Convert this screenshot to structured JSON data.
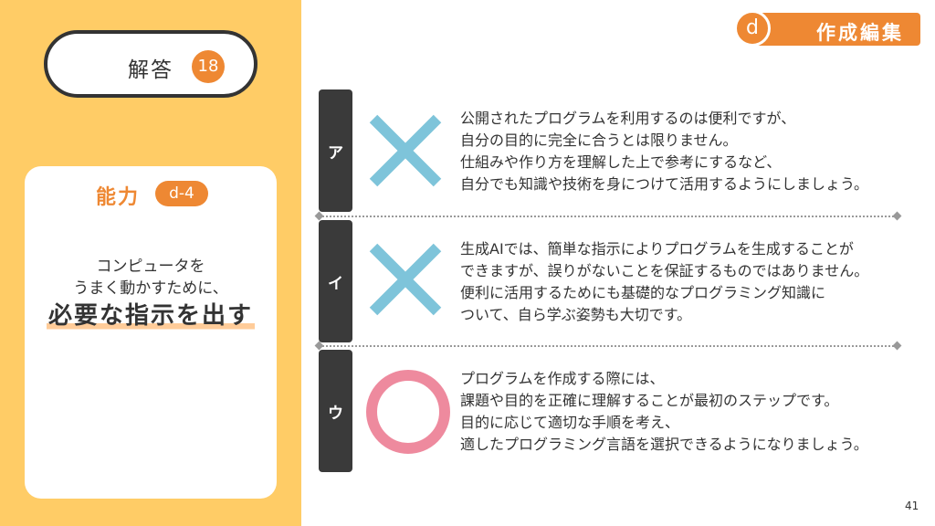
{
  "answer": {
    "label": "解答",
    "number": "18"
  },
  "ability": {
    "title": "能力",
    "code": "d-4",
    "line1": "コンピュータを",
    "line2": "うまく動かすために、",
    "emphasis": "必要な指示を出す"
  },
  "category": {
    "letter": "d",
    "label": "作成編集"
  },
  "rows": [
    {
      "label": "ア",
      "mark": "cross-icon",
      "lines": [
        "公開されたプログラムを利用するのは便利ですが、",
        "自分の目的に完全に合うとは限りません。",
        "仕組みや作り方を理解した上で参考にするなど、",
        "自分でも知識や技術を身につけて活用するようにしましょう。"
      ]
    },
    {
      "label": "イ",
      "mark": "cross-icon",
      "lines": [
        "生成AIでは、簡単な指示によりプログラムを生成することが",
        "できますが、誤りがないことを保証するものではありません。",
        "便利に活用するためにも基礎的なプログラミング知識に",
        "ついて、自ら学ぶ姿勢も大切です。"
      ]
    },
    {
      "label": "ウ",
      "mark": "circle-icon",
      "lines": [
        "プログラムを作成する際には、",
        "課題や目的を正確に理解することが最初のステップです。",
        "目的に応じて適切な手順を考え、",
        "適したプログラミング言語を選択できるようになりましょう。"
      ]
    }
  ],
  "colors": {
    "accent": "#EE8833",
    "panel": "#FFCC66",
    "cross": "#7EC4DA",
    "circle": "#EE8A9E",
    "label_bg": "#3a3a3a"
  },
  "page_number": "41"
}
